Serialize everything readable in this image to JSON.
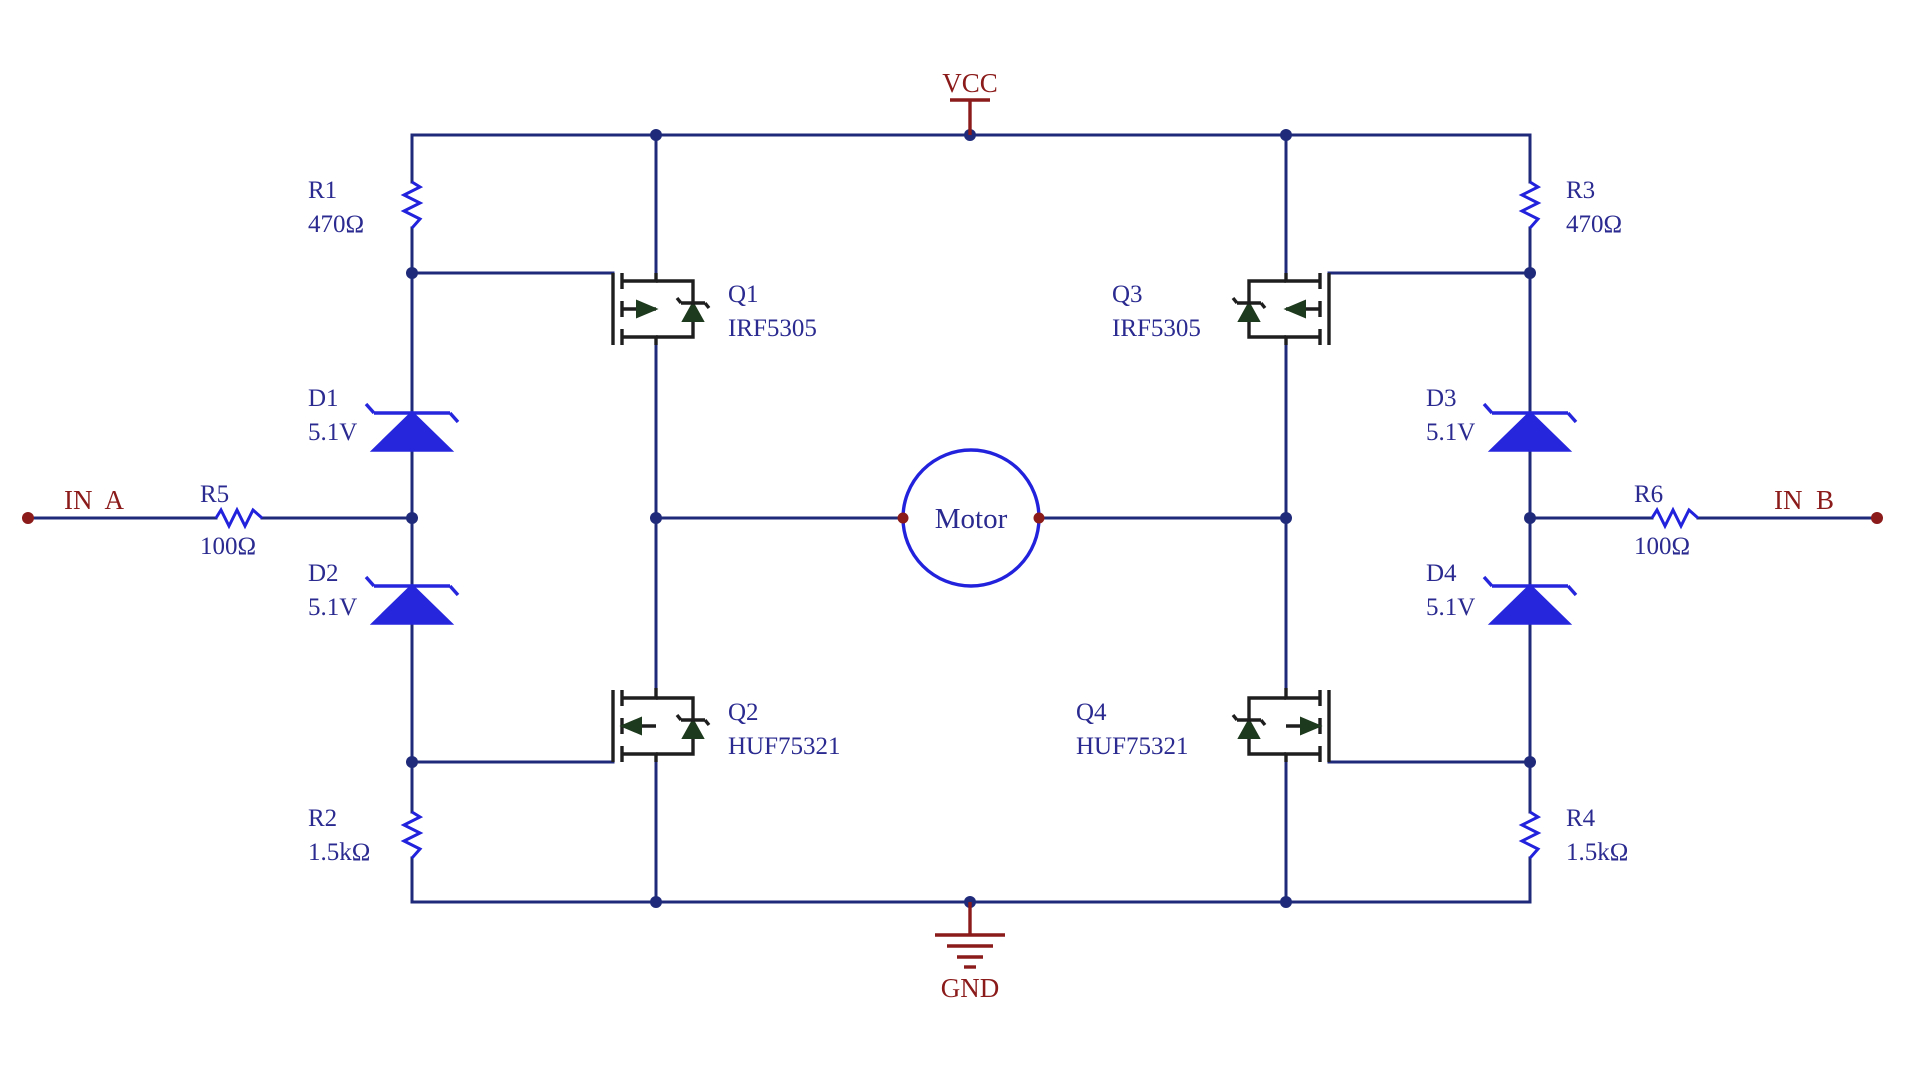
{
  "power": {
    "vcc": "VCC",
    "gnd": "GND"
  },
  "inputs": {
    "a": "IN  A",
    "b": "IN  B"
  },
  "motor": "Motor",
  "resistors": {
    "r1": {
      "ref": "R1",
      "value": "470Ω"
    },
    "r2": {
      "ref": "R2",
      "value": "1.5kΩ"
    },
    "r3": {
      "ref": "R3",
      "value": "470Ω"
    },
    "r4": {
      "ref": "R4",
      "value": "1.5kΩ"
    },
    "r5": {
      "ref": "R5",
      "value": "100Ω"
    },
    "r6": {
      "ref": "R6",
      "value": "100Ω"
    }
  },
  "diodes": {
    "d1": {
      "ref": "D1",
      "value": "5.1V"
    },
    "d2": {
      "ref": "D2",
      "value": "5.1V"
    },
    "d3": {
      "ref": "D3",
      "value": "5.1V"
    },
    "d4": {
      "ref": "D4",
      "value": "5.1V"
    }
  },
  "transistors": {
    "q1": {
      "ref": "Q1",
      "part": "IRF5305"
    },
    "q2": {
      "ref": "Q2",
      "part": "HUF75321"
    },
    "q3": {
      "ref": "Q3",
      "part": "IRF5305"
    },
    "q4": {
      "ref": "Q4",
      "part": "HUF75321"
    }
  },
  "colors": {
    "wire": "#1f2a7a",
    "component": "#2222dd",
    "power": "#8b1a1a",
    "mosfet": "#1e1e1e"
  }
}
